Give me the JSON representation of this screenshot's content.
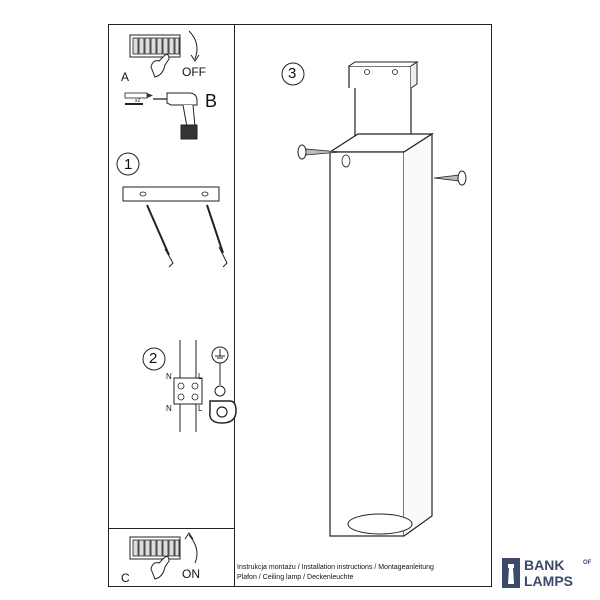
{
  "steps": {
    "a": {
      "letter": "A",
      "word": "OFF"
    },
    "b": {
      "letter": "B",
      "plug_count": "x2"
    },
    "one": {
      "number": "1"
    },
    "two": {
      "number": "2",
      "n_top": "N",
      "l_top": "L",
      "n_bottom": "N",
      "l_bottom": "L"
    },
    "three": {
      "number": "3"
    },
    "c": {
      "letter": "C",
      "word": "ON"
    }
  },
  "caption": {
    "line1": "Instrukcja montażu / Installation instructions / Montageanleitung",
    "line2": "Plafon / Ceiling lamp / Deckenleuchte"
  },
  "brand": {
    "word1": "BANK",
    "of": "OF",
    "word2": "LAMPS",
    "color": "#3b4a6b"
  },
  "colors": {
    "line": "#222222",
    "lamp_fill": "#ffffff",
    "accent": "#3b4a6b"
  }
}
